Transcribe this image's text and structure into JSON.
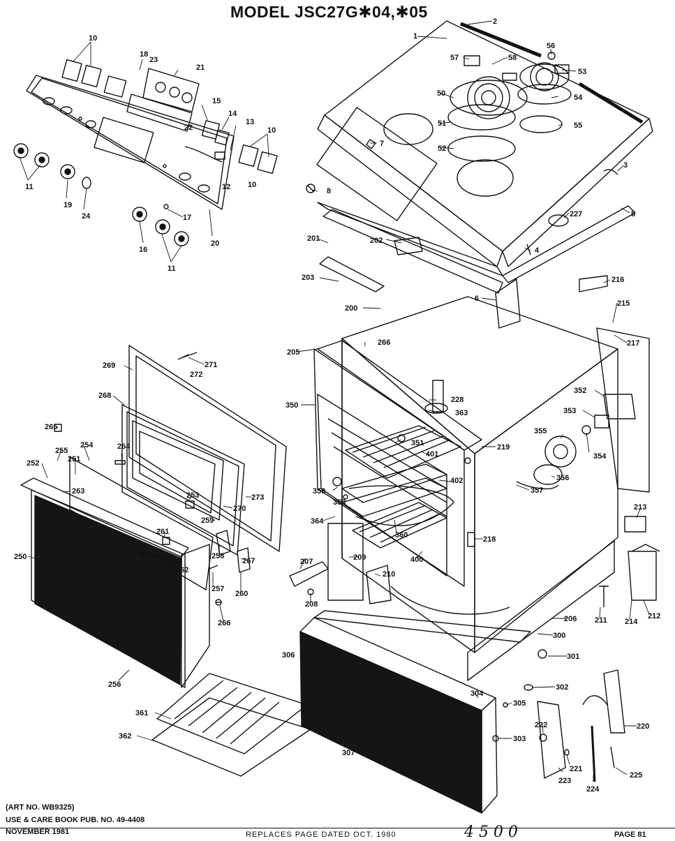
{
  "header": {
    "title": "MODEL JSC27G✱04,✱05"
  },
  "footer": {
    "art_no": "(ART NO. WB9325)",
    "use_care": "USE & CARE BOOK PUB. NO. 49-4408",
    "date": "NOVEMBER 1981",
    "replaces": "REPLACES PAGE DATED OCT. 1980",
    "page": "PAGE 81",
    "handwriting": "4 5 0 0"
  },
  "part_labels": [
    {
      "id": "p10a",
      "text": "10"
    },
    {
      "id": "p18",
      "text": "18"
    },
    {
      "id": "p23",
      "text": "23"
    },
    {
      "id": "p21",
      "text": "21"
    },
    {
      "id": "p15",
      "text": "15"
    },
    {
      "id": "p14",
      "text": "14"
    },
    {
      "id": "p13",
      "text": "13"
    },
    {
      "id": "p22",
      "text": "22"
    },
    {
      "id": "p10b",
      "text": "10"
    },
    {
      "id": "p11a",
      "text": "11"
    },
    {
      "id": "p12",
      "text": "12"
    },
    {
      "id": "p10c",
      "text": "10"
    },
    {
      "id": "p19",
      "text": "19"
    },
    {
      "id": "p24",
      "text": "24"
    },
    {
      "id": "p17",
      "text": "17"
    },
    {
      "id": "p16",
      "text": "16"
    },
    {
      "id": "p11b",
      "text": "11"
    },
    {
      "id": "p20",
      "text": "20"
    },
    {
      "id": "p2",
      "text": "2"
    },
    {
      "id": "p1",
      "text": "1"
    },
    {
      "id": "p56",
      "text": "56"
    },
    {
      "id": "p57",
      "text": "57"
    },
    {
      "id": "p58",
      "text": "58"
    },
    {
      "id": "p53",
      "text": "53"
    },
    {
      "id": "p50",
      "text": "50"
    },
    {
      "id": "p54",
      "text": "54"
    },
    {
      "id": "p51",
      "text": "51"
    },
    {
      "id": "p55",
      "text": "55"
    },
    {
      "id": "p7",
      "text": "7"
    },
    {
      "id": "p52",
      "text": "52"
    },
    {
      "id": "p3",
      "text": "3"
    },
    {
      "id": "p8",
      "text": "8"
    },
    {
      "id": "p227",
      "text": "227"
    },
    {
      "id": "p5",
      "text": "5"
    },
    {
      "id": "p201",
      "text": "201"
    },
    {
      "id": "p202",
      "text": "202"
    },
    {
      "id": "p4",
      "text": "4"
    },
    {
      "id": "p203",
      "text": "203"
    },
    {
      "id": "p216",
      "text": "216"
    },
    {
      "id": "p6",
      "text": "6"
    },
    {
      "id": "p200",
      "text": "200"
    },
    {
      "id": "p215",
      "text": "215"
    },
    {
      "id": "p205",
      "text": "205"
    },
    {
      "id": "p266a",
      "text": "266"
    },
    {
      "id": "p217",
      "text": "217"
    },
    {
      "id": "p269",
      "text": "269"
    },
    {
      "id": "p271",
      "text": "271"
    },
    {
      "id": "p272",
      "text": "272"
    },
    {
      "id": "p228",
      "text": "228"
    },
    {
      "id": "p352",
      "text": "352"
    },
    {
      "id": "p268",
      "text": "268"
    },
    {
      "id": "p350",
      "text": "350"
    },
    {
      "id": "p363",
      "text": "363"
    },
    {
      "id": "p353",
      "text": "353"
    },
    {
      "id": "p265",
      "text": "265"
    },
    {
      "id": "p355",
      "text": "355"
    },
    {
      "id": "p351",
      "text": "351"
    },
    {
      "id": "p219",
      "text": "219"
    },
    {
      "id": "p255",
      "text": "255"
    },
    {
      "id": "p254",
      "text": "254"
    },
    {
      "id": "p264",
      "text": "264"
    },
    {
      "id": "p401",
      "text": "401"
    },
    {
      "id": "p354",
      "text": "354"
    },
    {
      "id": "p252",
      "text": "252"
    },
    {
      "id": "p251",
      "text": "251"
    },
    {
      "id": "p263",
      "text": "263"
    },
    {
      "id": "p402",
      "text": "402"
    },
    {
      "id": "p356",
      "text": "356"
    },
    {
      "id": "p359",
      "text": "359"
    },
    {
      "id": "p273",
      "text": "273"
    },
    {
      "id": "p357",
      "text": "357"
    },
    {
      "id": "p253",
      "text": "253"
    },
    {
      "id": "p358",
      "text": "358"
    },
    {
      "id": "p270",
      "text": "270"
    },
    {
      "id": "p213",
      "text": "213"
    },
    {
      "id": "p364",
      "text": "364"
    },
    {
      "id": "p259",
      "text": "259"
    },
    {
      "id": "p360",
      "text": "360"
    },
    {
      "id": "p261",
      "text": "261"
    },
    {
      "id": "p218",
      "text": "218"
    },
    {
      "id": "p250",
      "text": "250"
    },
    {
      "id": "p258",
      "text": "258"
    },
    {
      "id": "p267",
      "text": "267"
    },
    {
      "id": "p262",
      "text": "262"
    },
    {
      "id": "p400",
      "text": "400"
    },
    {
      "id": "p207",
      "text": "207"
    },
    {
      "id": "p209",
      "text": "209"
    },
    {
      "id": "p210",
      "text": "210"
    },
    {
      "id": "p257",
      "text": "257"
    },
    {
      "id": "p260",
      "text": "260"
    },
    {
      "id": "p208",
      "text": "208"
    },
    {
      "id": "p211",
      "text": "211"
    },
    {
      "id": "p214",
      "text": "214"
    },
    {
      "id": "p212",
      "text": "212"
    },
    {
      "id": "p266b",
      "text": "266"
    },
    {
      "id": "p206",
      "text": "206"
    },
    {
      "id": "p300",
      "text": "300"
    },
    {
      "id": "p306",
      "text": "306"
    },
    {
      "id": "p301",
      "text": "301"
    },
    {
      "id": "p256",
      "text": "256"
    },
    {
      "id": "p302",
      "text": "302"
    },
    {
      "id": "p304",
      "text": "304"
    },
    {
      "id": "p305",
      "text": "305"
    },
    {
      "id": "p361",
      "text": "361"
    },
    {
      "id": "p220",
      "text": "220"
    },
    {
      "id": "p222",
      "text": "222"
    },
    {
      "id": "p362",
      "text": "362"
    },
    {
      "id": "p303",
      "text": "303"
    },
    {
      "id": "p307",
      "text": "307"
    },
    {
      "id": "p221",
      "text": "221"
    },
    {
      "id": "p225",
      "text": "225"
    },
    {
      "id": "p223",
      "text": "223"
    },
    {
      "id": "p224",
      "text": "224"
    }
  ]
}
